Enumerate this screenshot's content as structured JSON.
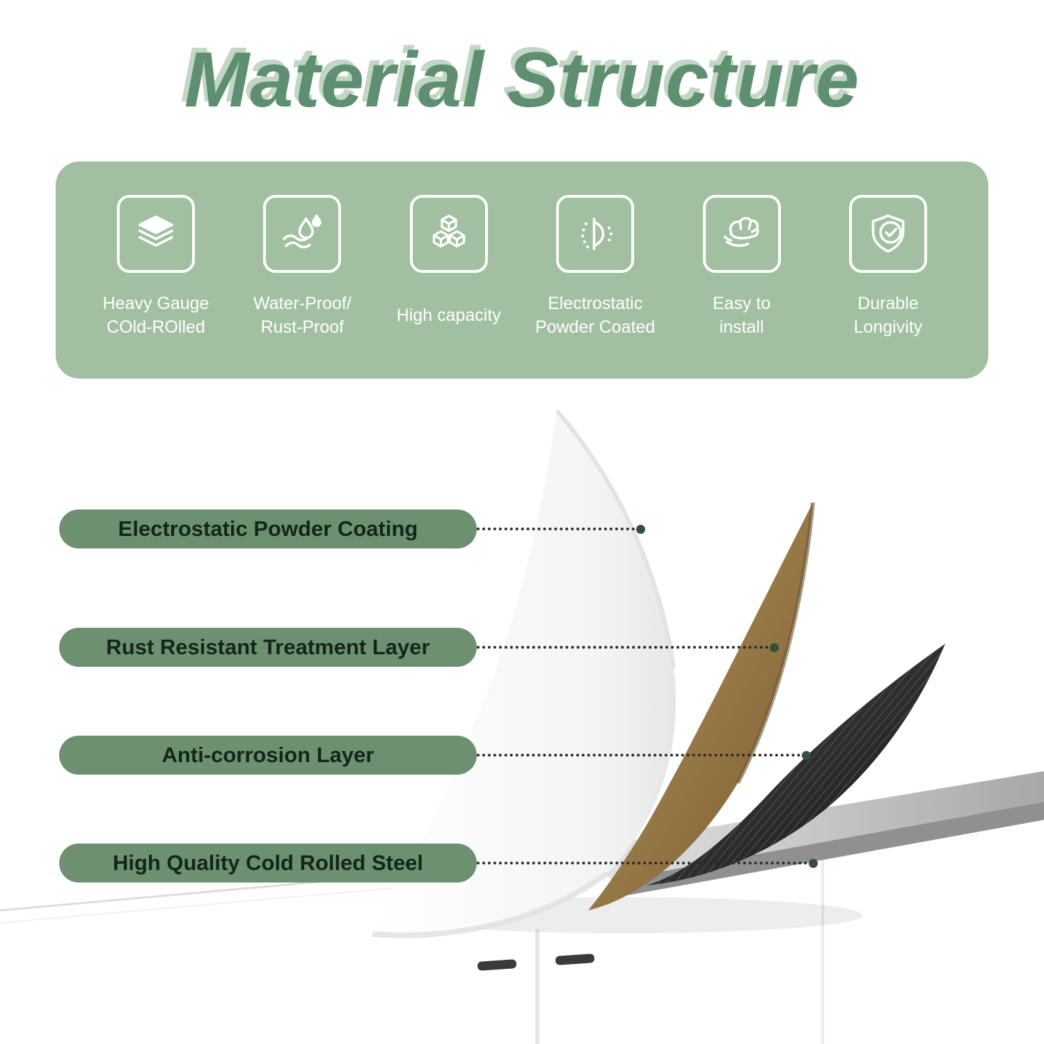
{
  "title": "Material Structure",
  "colors": {
    "title_green": "#5e8f70",
    "title_shadow_green": "#c2d6c5",
    "panel_green": "#a2bfa2",
    "pill_green": "#6d9070",
    "icon_white": "#ffffff",
    "tan_layer": "#9a7b4a",
    "dark_mesh_layer": "#2b2b2b",
    "steel_layer": "#b9b9b9"
  },
  "features": [
    {
      "icon": "layers-icon",
      "line1": "Heavy Gauge",
      "line2": "COld-ROlled"
    },
    {
      "icon": "waterproof-icon",
      "line1": "Water-Proof/",
      "line2": "Rust-Proof"
    },
    {
      "icon": "cubes-icon",
      "line1": "High capacity",
      "line2": ""
    },
    {
      "icon": "electrostatic-icon",
      "line1": "Electrostatic",
      "line2": "Powder Coated"
    },
    {
      "icon": "easy-install-icon",
      "line1": "Easy to",
      "line2": "install"
    },
    {
      "icon": "shield-check-icon",
      "line1": "Durable",
      "line2": "Longivity"
    }
  ],
  "layer_labels": [
    {
      "label": "Electrostatic Powder Coating"
    },
    {
      "label": "Rust Resistant Treatment Layer"
    },
    {
      "label": "Anti-corrosion Layer"
    },
    {
      "label": "High Quality Cold Rolled Steel"
    }
  ]
}
